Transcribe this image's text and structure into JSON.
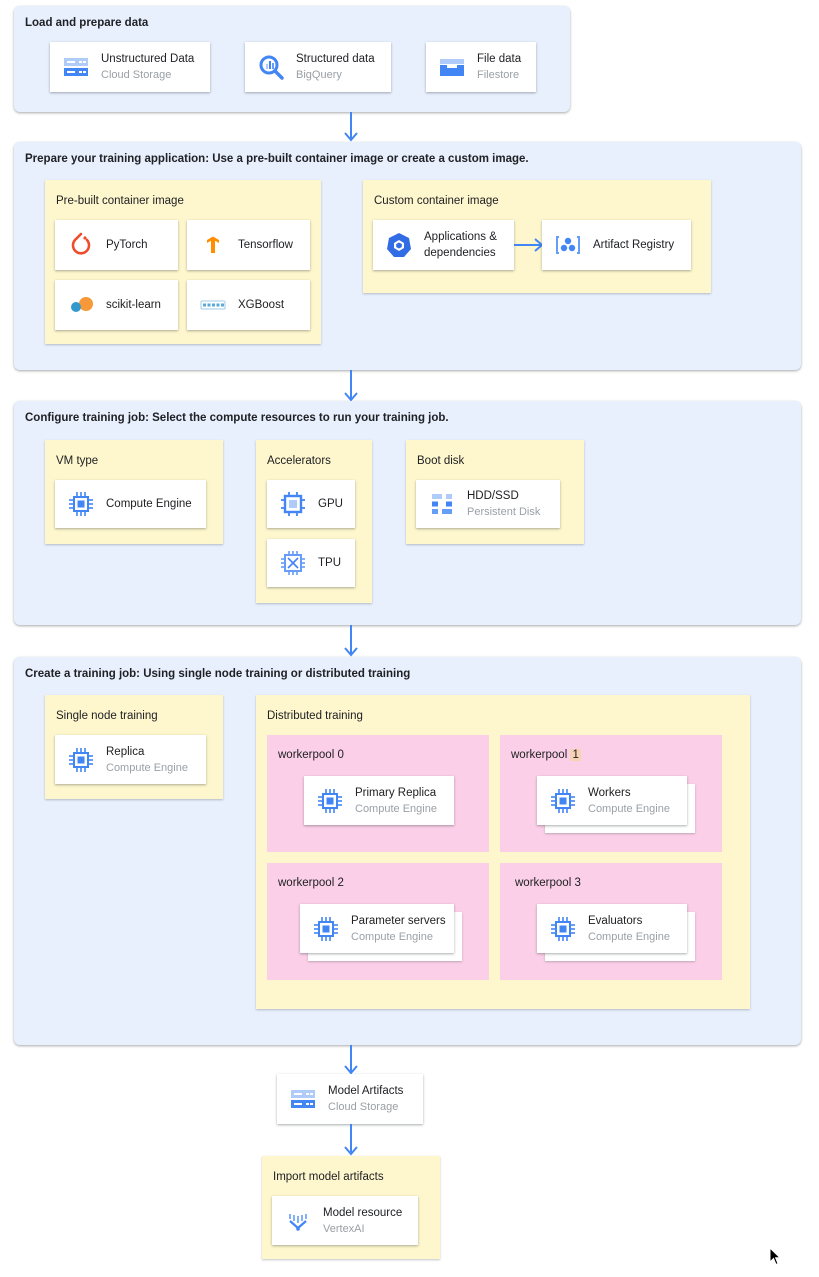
{
  "colors": {
    "section_bg": "#e8f0fe",
    "group_bg": "#fef7cd",
    "workerpool_bg": "#fbcfe8",
    "arrow": "#4285f4",
    "icon_blue": "#4285f4",
    "subtitle_gray": "#9aa0a6"
  },
  "load": {
    "title": "Load and prepare data",
    "cards": [
      {
        "title": "Unstructured Data",
        "subtitle": "Cloud Storage",
        "icon": "cloud-storage-icon"
      },
      {
        "title": "Structured data",
        "subtitle": "BigQuery",
        "icon": "bigquery-icon"
      },
      {
        "title": "File data",
        "subtitle": "Filestore",
        "icon": "filestore-icon"
      }
    ]
  },
  "prepare": {
    "title": "Prepare your training application: Use a pre-built container image or create a custom image.",
    "prebuilt": {
      "title": "Pre-built container image",
      "items": [
        {
          "label": "PyTorch",
          "icon": "pytorch-icon"
        },
        {
          "label": "Tensorflow",
          "icon": "tensorflow-icon"
        },
        {
          "label": "scikit-learn",
          "icon": "scikit-learn-icon"
        },
        {
          "label": "XGBoost",
          "icon": "xgboost-icon"
        }
      ]
    },
    "custom": {
      "title": "Custom container image",
      "apps": {
        "line1": "Applications &",
        "line2": "dependencies",
        "icon": "kubernetes-icon"
      },
      "registry": {
        "label": "Artifact Registry",
        "icon": "artifact-registry-icon"
      }
    }
  },
  "configure": {
    "title": "Configure training job: Select the compute resources to run your training job.",
    "vm": {
      "title": "VM type",
      "card": "Compute Engine"
    },
    "accelerators": {
      "title": "Accelerators",
      "gpu": "GPU",
      "tpu": "TPU"
    },
    "boot": {
      "title": "Boot disk",
      "card_title": "HDD/SSD",
      "card_subtitle": "Persistent Disk"
    }
  },
  "create": {
    "title": "Create a training job: Using single node training or distributed training",
    "single": {
      "title": "Single node training",
      "card_title": "Replica",
      "card_subtitle": "Compute Engine"
    },
    "distributed": {
      "title": "Distributed training",
      "pools": [
        {
          "name": "workerpool 0",
          "card_title": "Primary Replica",
          "card_subtitle": "Compute Engine"
        },
        {
          "name_prefix": "workerpool ",
          "name_number": "1",
          "card_title": "Workers",
          "card_subtitle": "Compute Engine"
        },
        {
          "name": "workerpool 2",
          "card_title": "Parameter servers",
          "card_subtitle": "Compute Engine"
        },
        {
          "name": "workerpool 3",
          "card_title": "Evaluators",
          "card_subtitle": "Compute Engine"
        }
      ]
    }
  },
  "artifacts": {
    "title": "Model Artifacts",
    "subtitle": "Cloud Storage"
  },
  "import": {
    "title": "Import model artifacts",
    "card_title": "Model resource",
    "card_subtitle": "VertexAI"
  }
}
